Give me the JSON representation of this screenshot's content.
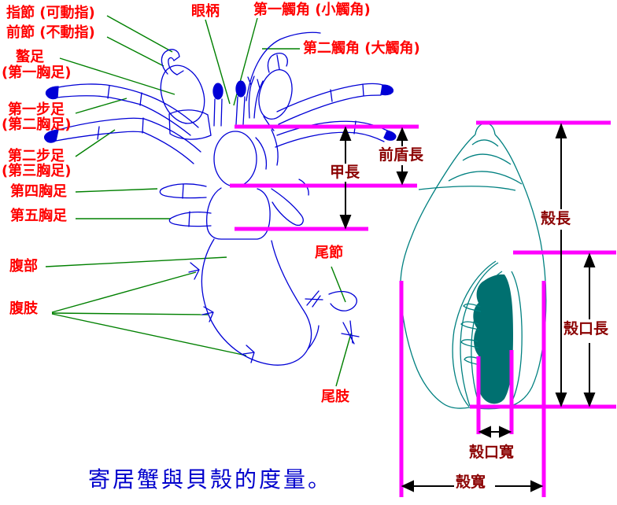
{
  "title": "寄居蟹與貝殼的度量。",
  "colors": {
    "part_label_red": "#FF0000",
    "measure_label_maroon": "#8B0000",
    "leader_line_green": "#008000",
    "crab_line_blue": "#0000D6",
    "shell_line_teal": "#008080",
    "aperture_fill_teal": "#007070",
    "measure_line_magenta": "#FF00FF",
    "arrow_black": "#000000",
    "caption_blue": "#0000CC"
  },
  "labels": {
    "dactyl": "指節 (可動指)",
    "fixed_finger": "前節 (不動指)",
    "cheliped": "螯足",
    "cheliped_sub": "(第一胸足)",
    "walking_leg1": "第一步足",
    "walking_leg1_sub": "(第二胸足)",
    "walking_leg2": "第二步足",
    "walking_leg2_sub": "(第三胸足)",
    "thoracic_leg4": "第四胸足",
    "thoracic_leg5": "第五胸足",
    "abdomen": "腹部",
    "pleopods": "腹肢",
    "eyestalk": "眼柄",
    "first_antenna": "第一觸角 (小觸角)",
    "second_antenna": "第二觸角 (大觸角)",
    "telson": "尾節",
    "uropods": "尾肢"
  },
  "measurements": {
    "carapace_length": "甲長",
    "shield_length": "前盾長",
    "shell_length": "殼長",
    "aperture_length": "殼口長",
    "aperture_width": "殼口寬",
    "shell_width": "殼寬"
  }
}
